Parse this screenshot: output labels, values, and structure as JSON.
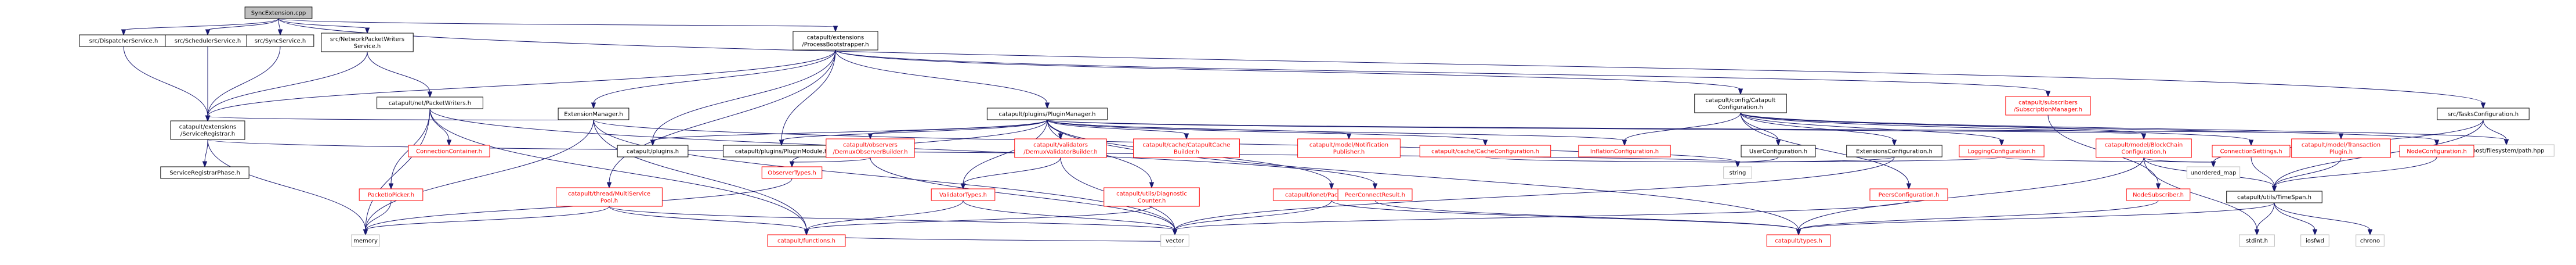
{
  "colors": {
    "edge": "#191970",
    "root_fill": "#bfbfbf",
    "node_fill": "#ffffff",
    "node_border": "#000000",
    "red_border": "#ff0000",
    "external_border": "#bfbfbf"
  },
  "nodes": [
    {
      "id": "root",
      "lines": [
        "SyncExtension.cpp"
      ],
      "style": "root"
    },
    {
      "id": "dispatcher",
      "lines": [
        "src/DispatcherService.h"
      ],
      "style": "black"
    },
    {
      "id": "scheduler",
      "lines": [
        "src/SchedulerService.h"
      ],
      "style": "black"
    },
    {
      "id": "syncservice",
      "lines": [
        "src/SyncService.h"
      ],
      "style": "black"
    },
    {
      "id": "npws",
      "lines": [
        "src/NetworkPacketWriters",
        "Service.h"
      ],
      "style": "black"
    },
    {
      "id": "procboot",
      "lines": [
        "catapult/extensions",
        "/ProcessBootstrapper.h"
      ],
      "style": "black"
    },
    {
      "id": "tasksconf",
      "lines": [
        "src/TasksConfiguration.h"
      ],
      "style": "black"
    },
    {
      "id": "svcreg",
      "lines": [
        "catapult/extensions",
        "/ServiceRegistrar.h"
      ],
      "style": "black"
    },
    {
      "id": "packetwriters",
      "lines": [
        "catapult/net/PacketWriters.h"
      ],
      "style": "black"
    },
    {
      "id": "extmgr",
      "lines": [
        "ExtensionManager.h"
      ],
      "style": "black"
    },
    {
      "id": "pluginmgr",
      "lines": [
        "catapult/plugins/PluginManager.h"
      ],
      "style": "black"
    },
    {
      "id": "catconf",
      "lines": [
        "catapult/config/Catapult",
        "Configuration.h"
      ],
      "style": "black"
    },
    {
      "id": "submgr",
      "lines": [
        "catapult/subscribers",
        "/SubscriptionManager.h"
      ],
      "style": "red"
    },
    {
      "id": "boostpath",
      "lines": [
        "boost/filesystem/path.hpp"
      ],
      "style": "ext"
    },
    {
      "id": "srphase",
      "lines": [
        "ServiceRegistrarPhase.h"
      ],
      "style": "black"
    },
    {
      "id": "conncont",
      "lines": [
        "ConnectionContainer.h"
      ],
      "style": "red"
    },
    {
      "id": "packetpicker",
      "lines": [
        "PacketIoPicker.h"
      ],
      "style": "red"
    },
    {
      "id": "multisvc",
      "lines": [
        "catapult/thread/MultiService",
        "Pool.h"
      ],
      "style": "red"
    },
    {
      "id": "cpluginsh",
      "lines": [
        "catapult/plugins.h"
      ],
      "style": "black"
    },
    {
      "id": "pluginmodule",
      "lines": [
        "catapult/plugins/PluginModule.h"
      ],
      "style": "black"
    },
    {
      "id": "idobsbuilder",
      "lines": [
        "catapult/observers",
        "/DemuxObserverBuilder.h"
      ],
      "style": "red"
    },
    {
      "id": "observertypes",
      "lines": [
        "ObserverTypes.h"
      ],
      "style": "red"
    },
    {
      "id": "valbuilder",
      "lines": [
        "catapult/validators",
        "/DemuxValidatorBuilder.h"
      ],
      "style": "red"
    },
    {
      "id": "validatortypes",
      "lines": [
        "ValidatorTypes.h"
      ],
      "style": "red"
    },
    {
      "id": "diagcounter",
      "lines": [
        "catapult/utils/Diagnostic",
        "Counter.h"
      ],
      "style": "red"
    },
    {
      "id": "packethandlers",
      "lines": [
        "catapult/ionet/PacketHandlers.h"
      ],
      "style": "red"
    },
    {
      "id": "cachebuilder",
      "lines": [
        "catapult/cache/CatapultCache",
        "Builder.h"
      ],
      "style": "red"
    },
    {
      "id": "notifpub",
      "lines": [
        "catapult/model/Notification",
        "Publisher.h"
      ],
      "style": "red"
    },
    {
      "id": "cacheconf",
      "lines": [
        "catapult/cache/CacheConfiguration.h"
      ],
      "style": "red"
    },
    {
      "id": "inflconf",
      "lines": [
        "InflationConfiguration.h"
      ],
      "style": "red"
    },
    {
      "id": "userconf",
      "lines": [
        "UserConfiguration.h"
      ],
      "style": "black"
    },
    {
      "id": "extconf",
      "lines": [
        "ExtensionsConfiguration.h"
      ],
      "style": "black"
    },
    {
      "id": "logconf",
      "lines": [
        "LoggingConfiguration.h"
      ],
      "style": "red"
    },
    {
      "id": "blockchainconf",
      "lines": [
        "catapult/model/BlockChain",
        "Configuration.h"
      ],
      "style": "red"
    },
    {
      "id": "connsettings",
      "lines": [
        "ConnectionSettings.h"
      ],
      "style": "red"
    },
    {
      "id": "txplugin",
      "lines": [
        "catapult/model/Transaction",
        "Plugin.h"
      ],
      "style": "red"
    },
    {
      "id": "nodeconf",
      "lines": [
        "NodeConfiguration.h"
      ],
      "style": "red"
    },
    {
      "id": "peersconf",
      "lines": [
        "PeersConfiguration.h"
      ],
      "style": "red"
    },
    {
      "id": "nodesub",
      "lines": [
        "NodeSubscriber.h"
      ],
      "style": "red"
    },
    {
      "id": "peerresult",
      "lines": [
        "PeerConnectResult.h"
      ],
      "style": "red"
    },
    {
      "id": "functions",
      "lines": [
        "catapult/functions.h"
      ],
      "style": "red"
    },
    {
      "id": "types",
      "lines": [
        "catapult/types.h"
      ],
      "style": "red"
    },
    {
      "id": "timespan",
      "lines": [
        "catapult/utils/TimeSpan.h"
      ],
      "style": "black"
    },
    {
      "id": "memory",
      "lines": [
        "memory"
      ],
      "style": "ext"
    },
    {
      "id": "string",
      "lines": [
        "string"
      ],
      "style": "ext"
    },
    {
      "id": "vector",
      "lines": [
        "vector"
      ],
      "style": "ext"
    },
    {
      "id": "unordered_map",
      "lines": [
        "unordered_map"
      ],
      "style": "ext"
    },
    {
      "id": "stdint",
      "lines": [
        "stdint.h"
      ],
      "style": "ext"
    },
    {
      "id": "iosfwd",
      "lines": [
        "iosfwd"
      ],
      "style": "ext"
    },
    {
      "id": "chrono",
      "lines": [
        "chrono"
      ],
      "style": "ext"
    }
  ],
  "edges": [
    [
      "root",
      "dispatcher"
    ],
    [
      "root",
      "scheduler"
    ],
    [
      "root",
      "syncservice"
    ],
    [
      "root",
      "npws"
    ],
    [
      "root",
      "procboot"
    ],
    [
      "root",
      "tasksconf"
    ],
    [
      "dispatcher",
      "svcreg"
    ],
    [
      "scheduler",
      "svcreg"
    ],
    [
      "syncservice",
      "svcreg"
    ],
    [
      "npws",
      "svcreg"
    ],
    [
      "npws",
      "packetwriters"
    ],
    [
      "procboot",
      "extmgr"
    ],
    [
      "procboot",
      "pluginmgr"
    ],
    [
      "procboot",
      "catconf"
    ],
    [
      "procboot",
      "submgr"
    ],
    [
      "procboot",
      "multisvc"
    ],
    [
      "procboot",
      "cpluginsh"
    ],
    [
      "procboot",
      "pluginmodule"
    ],
    [
      "procboot",
      "svcreg"
    ],
    [
      "tasksconf",
      "boostpath"
    ],
    [
      "tasksconf",
      "timespan"
    ],
    [
      "tasksconf",
      "unordered_map"
    ],
    [
      "svcreg",
      "srphase"
    ],
    [
      "svcreg",
      "memory"
    ],
    [
      "svcreg",
      "string"
    ],
    [
      "packetwriters",
      "conncont"
    ],
    [
      "packetwriters",
      "packetpicker"
    ],
    [
      "packetwriters",
      "peerresult"
    ],
    [
      "packetwriters",
      "functions"
    ],
    [
      "packetwriters",
      "memory"
    ],
    [
      "extmgr",
      "svcreg"
    ],
    [
      "extmgr",
      "functions"
    ],
    [
      "extmgr",
      "memory"
    ],
    [
      "extmgr",
      "vector"
    ],
    [
      "extmgr",
      "string"
    ],
    [
      "pluginmgr",
      "cpluginsh"
    ],
    [
      "pluginmgr",
      "pluginmodule"
    ],
    [
      "pluginmgr",
      "idobsbuilder"
    ],
    [
      "pluginmgr",
      "observertypes"
    ],
    [
      "pluginmgr",
      "valbuilder"
    ],
    [
      "pluginmgr",
      "validatortypes"
    ],
    [
      "pluginmgr",
      "diagcounter"
    ],
    [
      "pluginmgr",
      "packethandlers"
    ],
    [
      "pluginmgr",
      "cachebuilder"
    ],
    [
      "pluginmgr",
      "notifpub"
    ],
    [
      "pluginmgr",
      "cacheconf"
    ],
    [
      "pluginmgr",
      "inflconf"
    ],
    [
      "pluginmgr",
      "blockchainconf"
    ],
    [
      "pluginmgr",
      "txplugin"
    ],
    [
      "pluginmgr",
      "types"
    ],
    [
      "catconf",
      "inflconf"
    ],
    [
      "catconf",
      "userconf"
    ],
    [
      "catconf",
      "extconf"
    ],
    [
      "catconf",
      "logconf"
    ],
    [
      "catconf",
      "blockchainconf"
    ],
    [
      "catconf",
      "connsettings"
    ],
    [
      "catconf",
      "nodeconf"
    ],
    [
      "catconf",
      "peersconf"
    ],
    [
      "catconf",
      "boostpath"
    ],
    [
      "submgr",
      "nodesub"
    ],
    [
      "idobsbuilder",
      "observertypes"
    ],
    [
      "idobsbuilder",
      "vector"
    ],
    [
      "valbuilder",
      "validatortypes"
    ],
    [
      "valbuilder",
      "vector"
    ],
    [
      "validatortypes",
      "functions"
    ],
    [
      "validatortypes",
      "vector"
    ],
    [
      "diagcounter",
      "functions"
    ],
    [
      "packethandlers",
      "vector"
    ],
    [
      "packethandlers",
      "types"
    ],
    [
      "cacheconf",
      "string"
    ],
    [
      "userconf",
      "string"
    ],
    [
      "extconf",
      "string"
    ],
    [
      "extconf",
      "vector"
    ],
    [
      "logconf",
      "unordered_map"
    ],
    [
      "logconf",
      "string"
    ],
    [
      "blockchainconf",
      "timespan"
    ],
    [
      "blockchainconf",
      "unordered_map"
    ],
    [
      "blockchainconf",
      "types"
    ],
    [
      "blockchainconf",
      "stdint"
    ],
    [
      "connsettings",
      "timespan"
    ],
    [
      "txplugin",
      "timespan"
    ],
    [
      "nodeconf",
      "timespan"
    ],
    [
      "nodesub",
      "types"
    ],
    [
      "peersconf",
      "vector"
    ],
    [
      "multisvc",
      "memory"
    ],
    [
      "multisvc",
      "functions"
    ],
    [
      "multisvc",
      "vector"
    ],
    [
      "packetpicker",
      "memory"
    ],
    [
      "observertypes",
      "memory"
    ],
    [
      "peerresult",
      "types"
    ],
    [
      "functions",
      "vector"
    ],
    [
      "timespan",
      "types"
    ],
    [
      "timespan",
      "stdint"
    ],
    [
      "timespan",
      "iosfwd"
    ],
    [
      "timespan",
      "chrono"
    ]
  ]
}
